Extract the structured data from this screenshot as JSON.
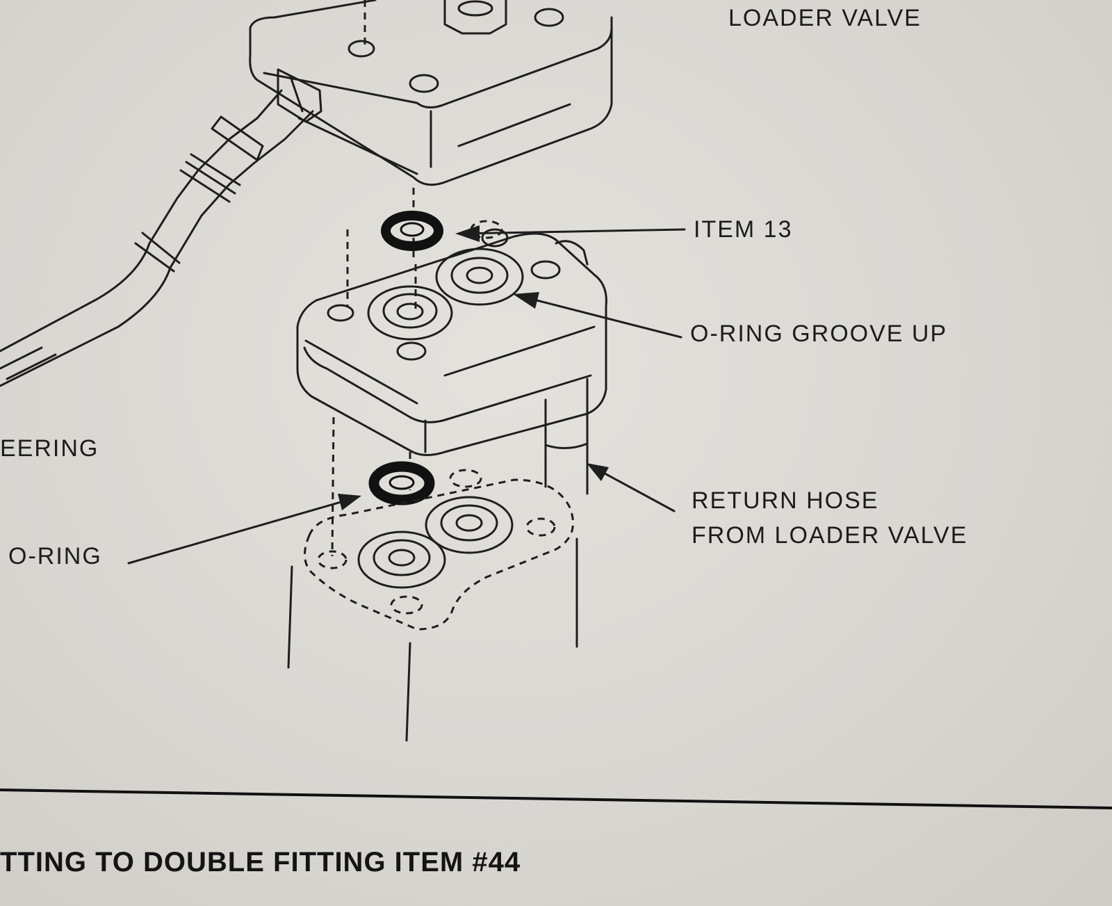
{
  "labels": {
    "loader_valve": "LOADER VALVE",
    "item_13": "ITEM 13",
    "groove_up": "O-RING GROOVE UP",
    "steering": "EERING",
    "return_hose_line1": "RETURN HOSE",
    "return_hose_line2": "FROM LOADER VALVE",
    "o_ring": "O-RING"
  },
  "caption": "TTING TO DOUBLE FITTING ITEM  #44"
}
